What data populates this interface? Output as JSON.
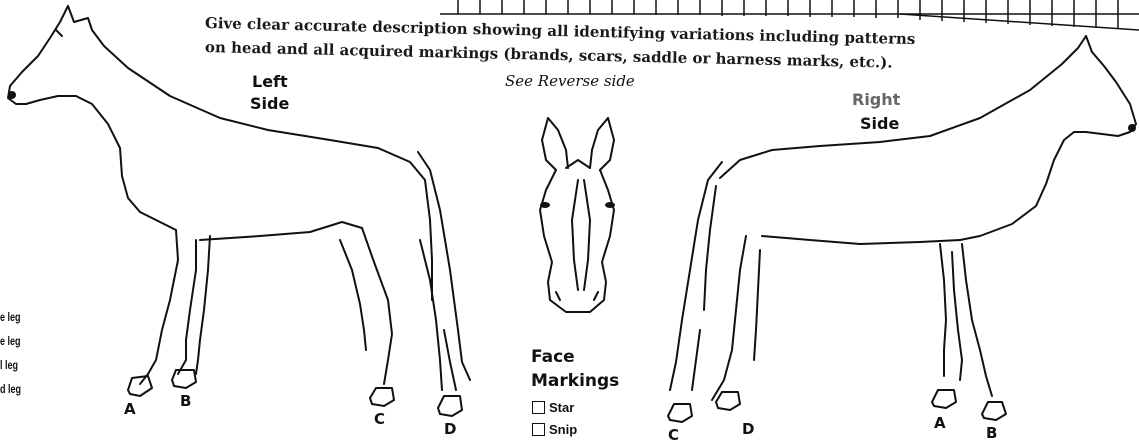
{
  "instructions": {
    "line1": "Give clear accurate description showing all identifying variations including patterns",
    "line2": "on head and all acquired markings (brands, scars, saddle or harness marks, etc.).",
    "reverse": "See Reverse side"
  },
  "left_side": {
    "line1": "Left",
    "line2": "Side"
  },
  "right_side": {
    "line1": "Right",
    "line2": "Side"
  },
  "legend": [
    "e leg",
    "e leg",
    "l leg",
    "d leg"
  ],
  "leg_labels": {
    "a": "A",
    "b": "B",
    "c": "C",
    "d": "D"
  },
  "face_markings": {
    "title_line1": "Face",
    "title_line2": "Markings",
    "options": [
      "Star",
      "Snip"
    ]
  }
}
